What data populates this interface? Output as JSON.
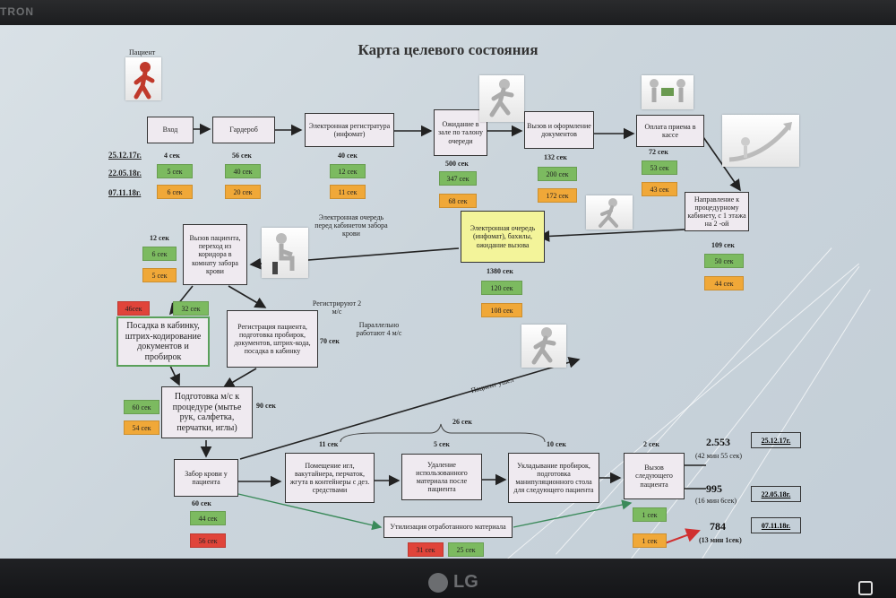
{
  "bezel": {
    "brand": "TRON",
    "logo": "LG"
  },
  "slide": {
    "title": "Карта целевого состояния",
    "patient_label": "Пациент",
    "dates": [
      "25.12.17г.",
      "22.05.18г.",
      "07.11.18г."
    ],
    "steps": {
      "vhod": {
        "label": "Вход",
        "time": "4 сек",
        "b1": "5 сек",
        "b2": "6 сек"
      },
      "garderob": {
        "label": "Гардероб",
        "time": "56 сек",
        "b1": "40 сек",
        "b2": "20 сек"
      },
      "registratura": {
        "label": "Электронная регистратура (инфомат)",
        "time": "40 сек",
        "b1": "12 сек",
        "b2": "11 сек"
      },
      "ozhidanie": {
        "label": "Ожидание в зале по талону очереди",
        "time": "500 сек",
        "b1": "347 сек",
        "b2": "68 сек"
      },
      "vyzov_oformlenie": {
        "label": "Вызов и оформление документов",
        "time": "132 сек",
        "b1": "200 сек",
        "b2": "172 сек"
      },
      "oplata": {
        "label": "Оплата приема в кассе",
        "time": "72 сек",
        "b1": "53 сек",
        "b2": "43 сек"
      },
      "napravlenie": {
        "label": "Направление к процедурному кабинету, с 1 этажа на 2 -ой",
        "time": "109 сек",
        "b1": "50 сек",
        "b2": "44 сек"
      },
      "el_ochered": {
        "label": "Электронная очередь (инфомат), бахилы, ожидание вызова",
        "time": "1380 сек",
        "b1": "120 сек",
        "b2": "108 сек"
      },
      "vyzov_pacienta": {
        "label": "Вызов пациента, переход из коридора в комнату забора крови",
        "time": "12 сек",
        "b1": "6 сек",
        "b2": "5 сек"
      },
      "posadka": {
        "label": "Посадка в кабинку, штрих-кодирование документов и пробирок",
        "badge_red": "46сек",
        "badge_green": "32 сек"
      },
      "registraciya": {
        "label": "Регистрация пациента, подготовка пробирок, документов, штрих-кода, посадка в кабинку",
        "time": "70 сек"
      },
      "podgotovka": {
        "label": "Подготовка м/с к процедуре (мытье рук, салфетка, перчатки, иглы)",
        "time": "90 сек",
        "b1": "60 сек",
        "b2": "54 сек"
      },
      "zabor": {
        "label": "Забор крови у пациента",
        "time": "60 сек",
        "b1": "44 сек",
        "b2": "56 сек"
      },
      "pomeshchenie": {
        "label": "Помещение игл, вакутайнера, перчаток, жгута в контейнеры с дез. средствами",
        "time": "11 сек"
      },
      "udalenie": {
        "label": "Удаление использованного материала после пациента",
        "time": "5 сек"
      },
      "ukladyvanie": {
        "label": "Укладывание пробирок, подготовка манипуляционного стола для следующего пациента",
        "time": "10 сек"
      },
      "vyzov_sled": {
        "label": "Вызов следующего пациента",
        "time": "2 сек",
        "b1": "1 сек",
        "b2": "1 сек"
      },
      "utilizaciya": {
        "label": "Утилизация отработанного материала",
        "b1": "31 сек",
        "b2": "25 сек"
      }
    },
    "notes": {
      "el_ochered_note": "Электронная очередь перед кабинетом забора крови",
      "registriruyut": "Регистрируют 2 м/с",
      "parallelno": "Параллельно работают 4 м/с",
      "pacient_ushel": "Пациент ушел",
      "group_time": "26 сек"
    },
    "totals": [
      {
        "value": "2.553",
        "detail": "(42 мин 55 сек)",
        "date": "25.12.17г."
      },
      {
        "value": "995",
        "detail": "(16 мин 6сек)",
        "date": "22.05.18г."
      },
      {
        "value": "784",
        "detail": "(13 мин 1сек)",
        "date": "07.11.18г."
      }
    ]
  },
  "colors": {
    "green": "#7cba60",
    "orange": "#f0a838",
    "red": "#e0443a",
    "yellow": "#f3f49a",
    "box": "#efeaf0"
  },
  "icons": [
    "walking-person-icon",
    "running-person-icon",
    "money-exchange-icon",
    "rising-arrow-icon",
    "sitting-person-icon"
  ]
}
